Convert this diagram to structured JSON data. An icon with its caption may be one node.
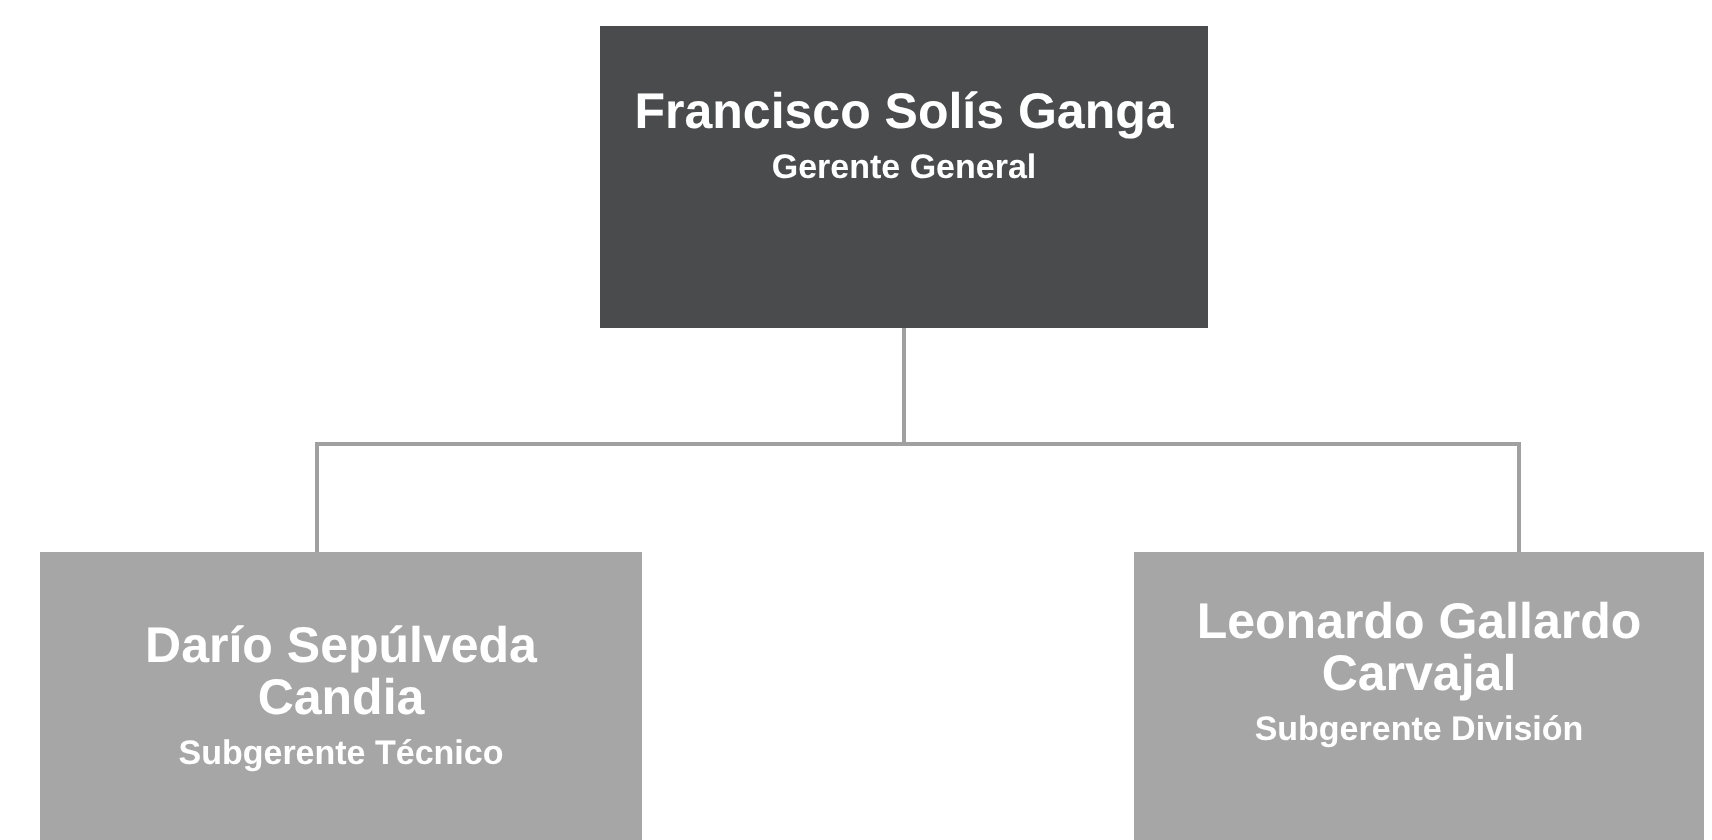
{
  "diagram": {
    "nodes": [
      {
        "text": [
          "Francisco Solís Ganga",
          "Gerente General"
        ]
      },
      {
        "text": [
          "Darío Sepúlveda Candia",
          "Subgerente Técnico"
        ]
      },
      {
        "text": [
          "Leonardo Gallardo Carvajal",
          "Subgerente División"
        ]
      }
    ],
    "edges": [
      {
        "from": 0,
        "to": 1,
        "arrow": "none"
      },
      {
        "from": 0,
        "to": 2,
        "arrow": "none"
      }
    ]
  }
}
